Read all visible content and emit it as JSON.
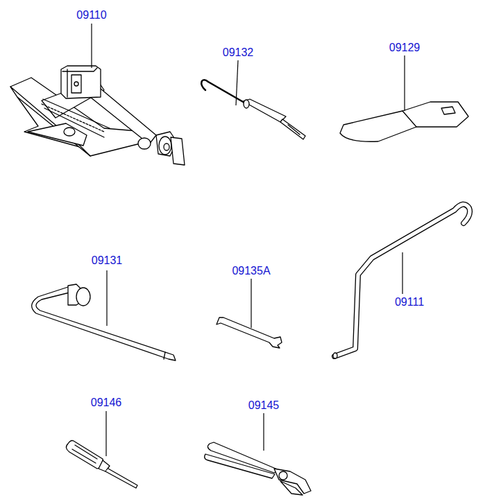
{
  "diagram": {
    "labels": [
      "09110",
      "09132",
      "09129",
      "09131",
      "09135A",
      "09111",
      "09146",
      "09145"
    ]
  }
}
